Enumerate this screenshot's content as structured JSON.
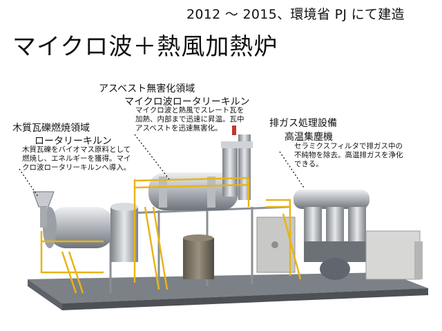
{
  "header": {
    "subtitle": "2012 ～ 2015、環境省 PJ にて建造",
    "title": "マイクロ波＋熱風加熱炉"
  },
  "labels": {
    "asbestos": {
      "heading": "アスベスト無害化領域",
      "name": "マイクロ波ロータリーキルン",
      "lines": [
        "マイクロ波と熱風でスレート瓦を",
        "加熱、内部まで迅速に昇温。瓦中",
        "アスベストを迅速無害化。"
      ]
    },
    "wood": {
      "heading": "木質瓦礫燃焼領域",
      "name": "ロータリーキルン",
      "lines": [
        "木質瓦礫をバイオマス原料として",
        "燃焼し、エネルギーを獲得。マイ",
        "クロ波ロータリーキルンへ導入。"
      ]
    },
    "exhaust": {
      "heading": "排ガス処理設備",
      "name": "高温集塵機",
      "lines": [
        "セラミクスフィルタで排ガス中の",
        "不純物を除去。高温排ガスを浄化",
        "できる。"
      ]
    }
  },
  "colors": {
    "rail": "#e8b417",
    "frame": "#8a8f96",
    "duct": "#c9ccd0",
    "dark": "#4a4d52"
  }
}
